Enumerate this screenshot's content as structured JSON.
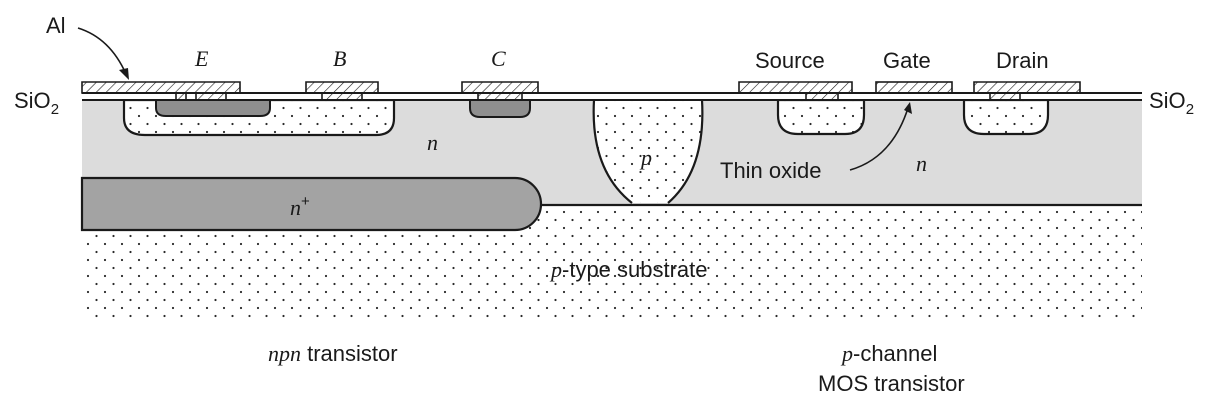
{
  "labels": {
    "al": "Al",
    "sio2_left": "SiO",
    "sio2_right": "SiO",
    "sio2_subscript": "2",
    "emitter": "E",
    "base": "B",
    "collector": "C",
    "source": "Source",
    "gate": "Gate",
    "drain": "Drain",
    "n_region_left": "n",
    "n_region_right": "n",
    "p_isolation": "p",
    "n_plus": "n",
    "n_plus_superscript": "+",
    "thin_oxide": "Thin oxide",
    "substrate_italic": "p",
    "substrate_rest": "-type substrate",
    "npn_italic": "npn",
    "npn_rest": " transistor",
    "pmos_italic": "p",
    "pmos_line1_rest": "-channel",
    "pmos_line2": "MOS transistor"
  },
  "colors": {
    "n_region": "#dcdcdc",
    "n_plus_region": "#a3a3a3",
    "emitter_region": "#8f8f8f",
    "outline": "#1a1a1a",
    "dots": "#2a2a2a",
    "background": "#ffffff"
  }
}
